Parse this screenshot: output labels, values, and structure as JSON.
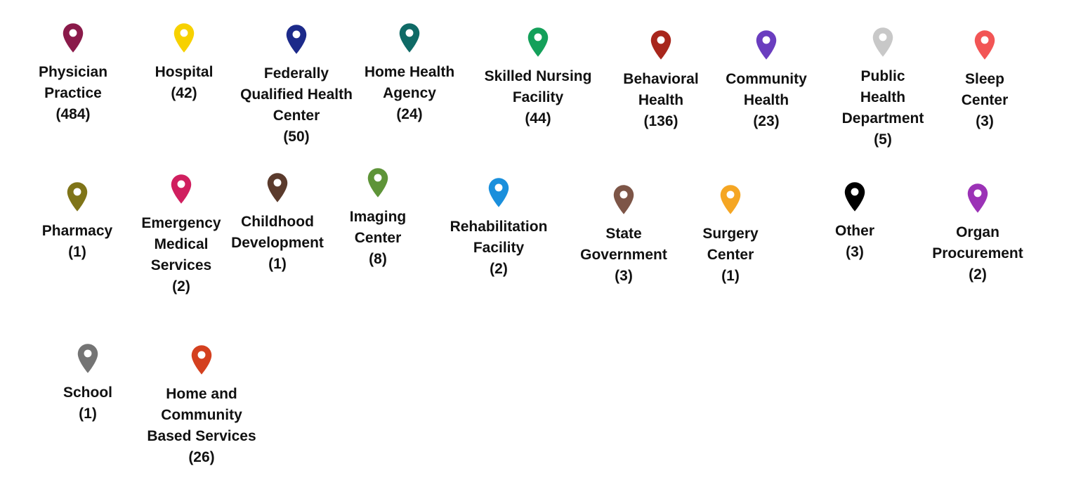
{
  "legend": {
    "items": [
      {
        "lines": [
          "Physician",
          "Practice",
          "(484)"
        ],
        "color": "#8a1a4a",
        "icon": "map-pin-icon"
      },
      {
        "lines": [
          "Hospital",
          "(42)"
        ],
        "color": "#f7d100",
        "icon": "map-pin-icon"
      },
      {
        "lines": [
          "Federally",
          "Qualified Health",
          "Center",
          "(50)"
        ],
        "color": "#1c2a8a",
        "icon": "map-pin-icon"
      },
      {
        "lines": [
          "Home Health",
          "Agency",
          "(24)"
        ],
        "color": "#0f6a66",
        "icon": "map-pin-icon"
      },
      {
        "lines": [
          "Skilled Nursing",
          "Facility",
          "(44)"
        ],
        "color": "#14a05a",
        "icon": "map-pin-icon"
      },
      {
        "lines": [
          "Behavioral",
          "Health",
          "(136)"
        ],
        "color": "#a8261c",
        "icon": "map-pin-icon"
      },
      {
        "lines": [
          "Community",
          "Health",
          "(23)"
        ],
        "color": "#6a3dbf",
        "icon": "map-pin-icon"
      },
      {
        "lines": [
          "Public",
          "Health",
          "Department",
          "(5)"
        ],
        "color": "#c8c8c8",
        "icon": "map-pin-icon"
      },
      {
        "lines": [
          "Sleep",
          "Center",
          "(3)"
        ],
        "color": "#f25555",
        "icon": "map-pin-icon"
      },
      {
        "lines": [
          "Pharmacy",
          "(1)"
        ],
        "color": "#7f7418",
        "icon": "map-pin-icon"
      },
      {
        "lines": [
          "Emergency",
          "Medical",
          "Services",
          "(2)"
        ],
        "color": "#d01f5f",
        "icon": "map-pin-icon"
      },
      {
        "lines": [
          "Childhood",
          "Development",
          "(1)"
        ],
        "color": "#5a3a2c",
        "icon": "map-pin-icon"
      },
      {
        "lines": [
          "Imaging",
          "Center",
          "(8)"
        ],
        "color": "#5e9438",
        "icon": "map-pin-icon"
      },
      {
        "lines": [
          "Rehabilitation",
          "Facility",
          "(2)"
        ],
        "color": "#1a8fdc",
        "icon": "map-pin-icon"
      },
      {
        "lines": [
          "State",
          "Government",
          "(3)"
        ],
        "color": "#7d5547",
        "icon": "map-pin-icon"
      },
      {
        "lines": [
          "Surgery",
          "Center",
          "(1)"
        ],
        "color": "#f5a623",
        "icon": "map-pin-icon"
      },
      {
        "lines": [
          "Other",
          "(3)"
        ],
        "color": "#000000",
        "icon": "map-pin-icon"
      },
      {
        "lines": [
          "Organ",
          "Procurement",
          "(2)"
        ],
        "color": "#9b32b6",
        "icon": "map-pin-icon"
      },
      {
        "lines": [
          "School",
          "(1)"
        ],
        "color": "#747474",
        "icon": "map-pin-icon"
      },
      {
        "lines": [
          "Home and",
          "Community",
          "Based Services",
          "(26)"
        ],
        "color": "#d4401f",
        "icon": "map-pin-icon"
      }
    ]
  }
}
